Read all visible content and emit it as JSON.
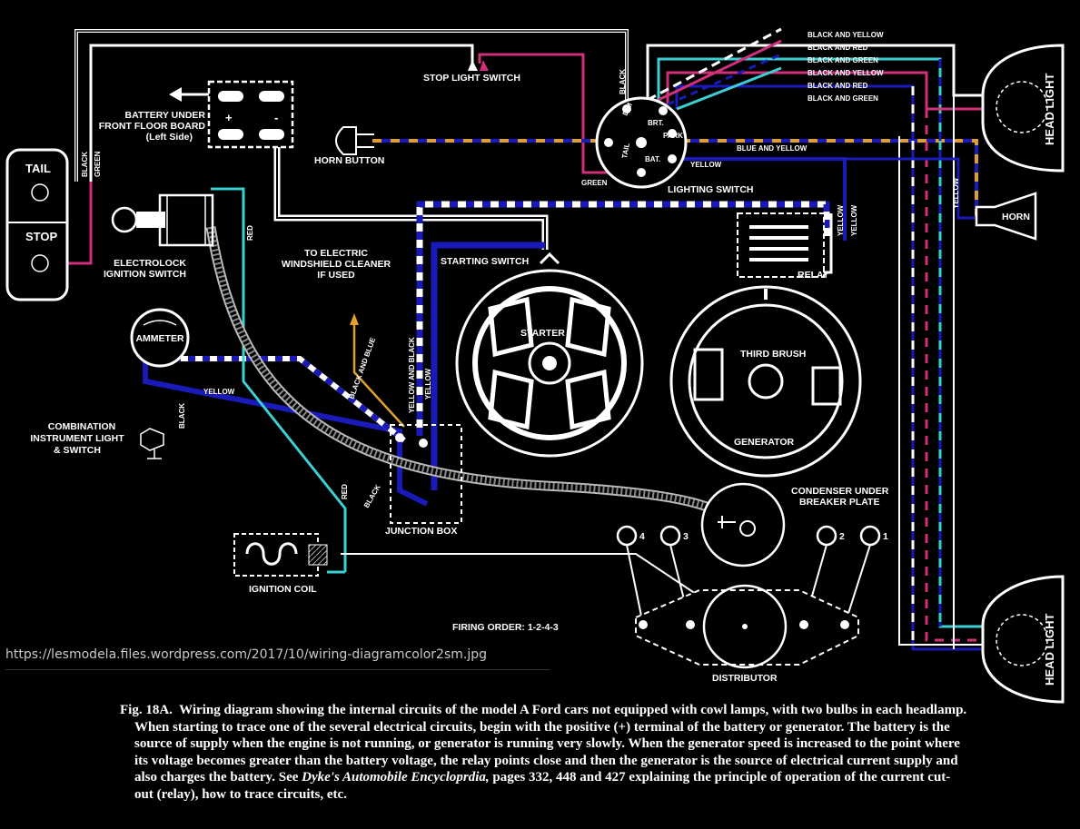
{
  "labels": {
    "stop_light_switch": "STOP LIGHT SWITCH",
    "battery_l1": "BATTERY UNDER",
    "battery_l2": "FRONT FLOOR BOARD",
    "battery_l3": "(Left Side)",
    "horn_button": "HORN BUTTON",
    "tail": "TAIL",
    "stop": "STOP",
    "black_v": "BLACK",
    "green_v": "GREEN",
    "electrolock_l1": "ELECTROLOCK",
    "electrolock_l2": "IGNITION SWITCH",
    "red_v": "RED",
    "windshield_l1": "TO ELECTRIC",
    "windshield_l2": "WINDSHIELD CLEANER",
    "windshield_l3": "IF USED",
    "starting_switch": "STARTING SWITCH",
    "starter": "STARTER",
    "lighting_switch": "LIGHTING SWITCH",
    "relay": "RELAY",
    "third_brush": "THIRD BRUSH",
    "generator": "GENERATOR",
    "ammeter": "AMMETER",
    "yellow": "YELLOW",
    "black_and_blue": "BLACK AND BLUE",
    "yellow_and_black": "YELLOW AND BLACK",
    "combo_l1": "COMBINATION",
    "combo_l2": "INSTRUMENT LIGHT",
    "combo_l3": "& SWITCH",
    "junction_box": "JUNCTION BOX",
    "ignition_coil": "IGNITION COIL",
    "condenser_l1": "CONDENSER UNDER",
    "condenser_l2": "BREAKER PLATE",
    "firing_order": "FIRING ORDER: 1-2-4-3",
    "distributor": "DISTRIBUTOR",
    "head_light": "HEAD LIGHT",
    "horn": "HORN",
    "blue_and_yellow": "BLUE AND YELLOW",
    "green": "GREEN",
    "black": "BLACK",
    "dim": "DIM",
    "brt": "BRT.",
    "park": "PARK",
    "tail_sw": "TAIL",
    "bat": "BAT.",
    "plus": "+",
    "minus": "-",
    "wire_colors": [
      "BLACK AND YELLOW",
      "BLACK AND RED",
      "BLACK AND GREEN",
      "BLACK AND YELLOW",
      "BLACK AND RED",
      "BLACK AND GREEN"
    ],
    "plug_numbers": [
      "4",
      "3",
      "2",
      "1"
    ]
  },
  "url": "https://lesmodela.files.wordpress.com/2017/10/wiring-diagramcolor2sm.jpg",
  "caption": {
    "fig": "Fig. 18A.",
    "bold_title": "Wiring diagram",
    "line1_rest": " showing the internal circuits of the model A Ford cars not equipped with cowl lamps, with two bulbs in each headlamp.",
    "para2": "When starting to trace one of the several electrical circuits, begin with the positive (+) terminal of the battery or generator. The battery is the source of supply when the engine is not running, or generator is running very slowly.  When the generator speed is increased to the point where its voltage becomes greater than the battery voltage, the relay points close and then the generator is the source of electrical current supply and also charges the battery.  See ",
    "ref": "Dyke's Automobile Encycloprdia,",
    "para2_end": " pages 332, 448 and 427 explaining the principle of operation of the current cut-out (relay), how to trace circuits, etc."
  },
  "colors": {
    "white": "#ffffff",
    "cyan": "#3ccfd2",
    "blue": "#1a1ab8",
    "orange": "#e0a030",
    "magenta": "#d0307a",
    "background": "#000000"
  }
}
